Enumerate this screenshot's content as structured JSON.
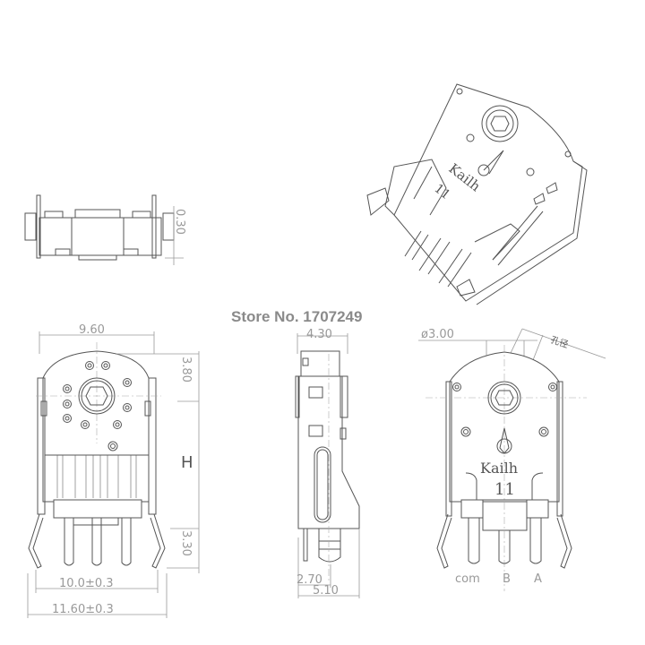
{
  "watermark": {
    "store_label": "Store No. 1707249"
  },
  "brand": {
    "name": "Kailh",
    "model": "11"
  },
  "dimensions": {
    "top_view_thickness": "0.30",
    "front_width": "9.60",
    "front_top_height": "3.80",
    "front_height_label": "H",
    "front_pin_length": "3.30",
    "front_pin_span": "10.0±0.3",
    "front_total_width": "11.60±0.3",
    "side_width": "4.30",
    "side_pin_offset": "2.70",
    "side_total_depth": "5.10",
    "shaft_hole_diameter": "ø3.00",
    "shaft_hole_note": "孔径"
  },
  "pins": {
    "labels": [
      "com",
      "B",
      "A"
    ]
  },
  "colors": {
    "line": "#555555",
    "dimension": "#999999",
    "watermark": "#8a8a8a",
    "background": "#ffffff"
  }
}
